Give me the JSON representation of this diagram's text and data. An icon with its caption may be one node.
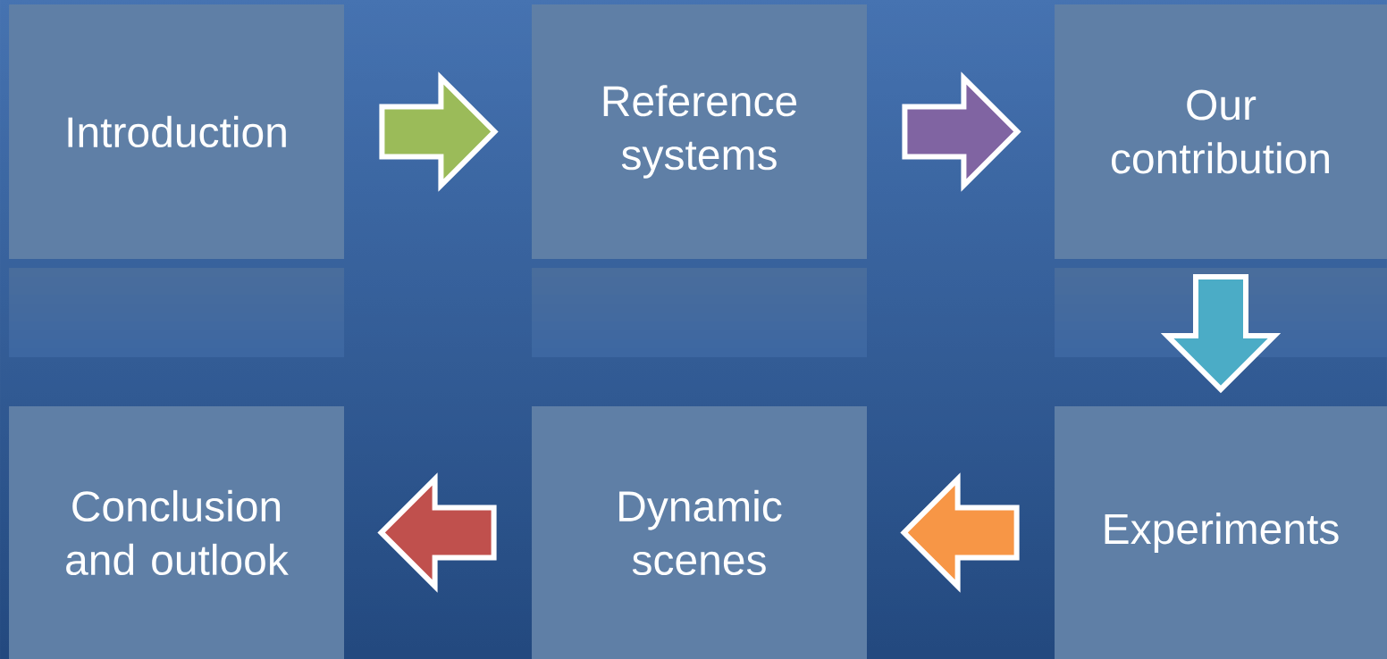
{
  "diagram": {
    "nodes": [
      {
        "text": [
          "Introduction"
        ]
      },
      {
        "text": [
          "Reference systems"
        ]
      },
      {
        "text": [
          "Our contribution"
        ]
      },
      {
        "text": [
          "Experiments"
        ]
      },
      {
        "text": [
          "Dynamic scenes"
        ]
      },
      {
        "text": [
          "Conclusion and outlook"
        ]
      }
    ],
    "edges": [
      {
        "from": 0,
        "to": 1,
        "arrow": "to",
        "color": "#9bbb59"
      },
      {
        "from": 1,
        "to": 2,
        "arrow": "to",
        "color": "#8064a2"
      },
      {
        "from": 2,
        "to": 3,
        "arrow": "to",
        "color": "#4bacc6"
      },
      {
        "from": 3,
        "to": 4,
        "arrow": "to",
        "color": "#f79646"
      },
      {
        "from": 4,
        "to": 5,
        "arrow": "to",
        "color": "#c0504d"
      }
    ]
  }
}
